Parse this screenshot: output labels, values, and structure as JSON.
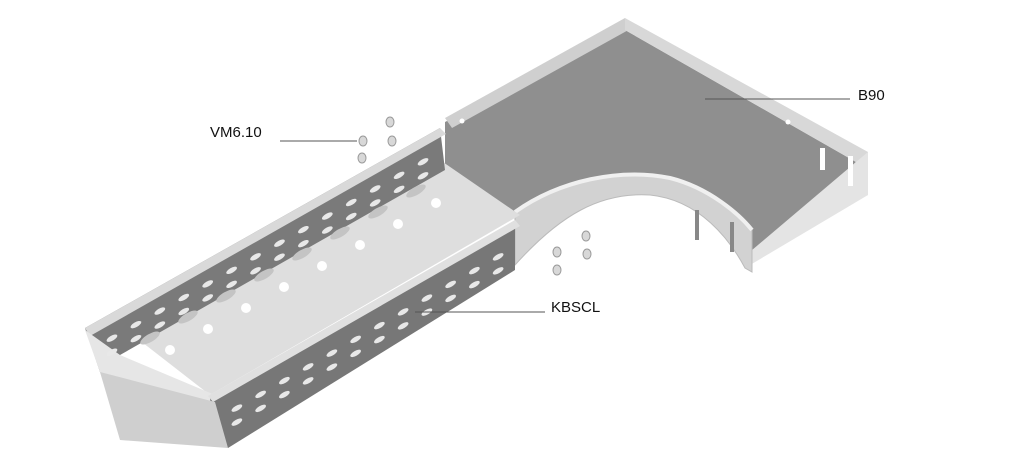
{
  "labels": {
    "fasteners": "VM6.10",
    "bend": "B90",
    "tray": "KBSCL"
  },
  "colors": {
    "floor_dark": "#8e8e8e",
    "wall_light": "#d6d6d6",
    "tray_floor": "#dcdcdc",
    "wall_dark": "#6f6f6f",
    "edge": "#bdbdbd",
    "leader": "#555555"
  }
}
